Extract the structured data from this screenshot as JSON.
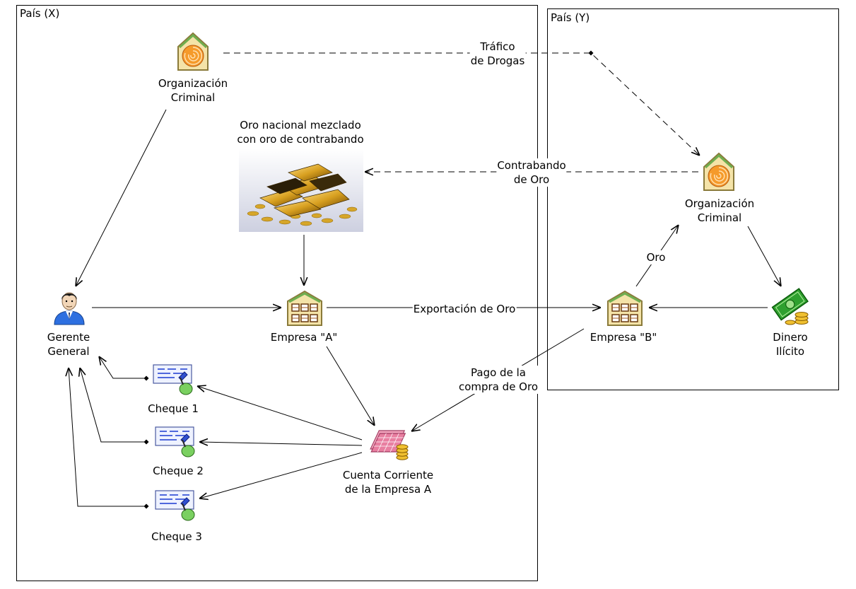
{
  "frames": {
    "country_x": "País (X)",
    "country_y": "País (Y)"
  },
  "nodes": {
    "org_x": [
      "Organización",
      "Criminal"
    ],
    "gold_image": [
      "Oro nacional mezclado",
      "con oro de contrabando"
    ],
    "manager": [
      "Gerente",
      "General"
    ],
    "company_a": [
      "Empresa \"A\""
    ],
    "company_b": [
      "Empresa \"B\""
    ],
    "org_y": [
      "Organización",
      "Criminal"
    ],
    "illicit_money": [
      "Dinero",
      "Ilícito"
    ],
    "account": [
      "Cuenta Corriente",
      "de la Empresa A"
    ],
    "cheque_1": [
      "Cheque 1"
    ],
    "cheque_2": [
      "Cheque 2"
    ],
    "cheque_3": [
      "Cheque 3"
    ]
  },
  "edges": {
    "drug_trafficking": [
      "Tráfico",
      "de Drogas"
    ],
    "gold_smuggling": [
      "Contrabando",
      "de Oro"
    ],
    "gold": [
      "Oro"
    ],
    "gold_export": [
      "Exportación de Oro"
    ],
    "gold_payment": [
      "Pago de la",
      "compra de Oro"
    ]
  },
  "icons": {
    "organization": "nautilus-house-icon",
    "company": "building-icon",
    "person": "person-icon",
    "money": "money-icon",
    "account": "bank-account-icon",
    "cheque": "cheque-icon",
    "gold": "gold-bars-photo"
  }
}
